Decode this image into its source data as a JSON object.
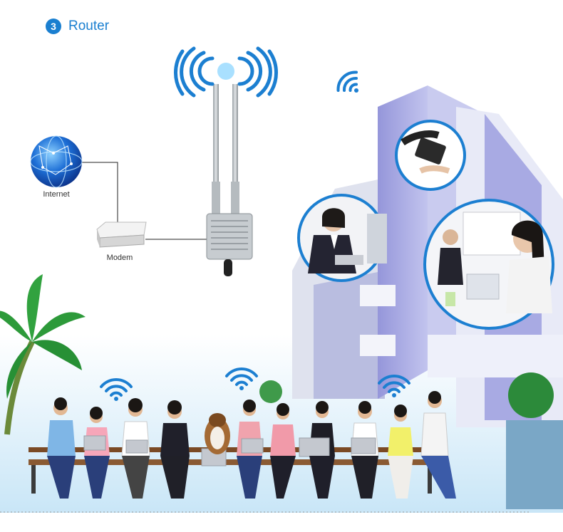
{
  "heading": {
    "step": "3",
    "title": "Router"
  },
  "labels": {
    "internet": "Internet",
    "modem": "Modem"
  },
  "icons": [
    "wifi-icon",
    "globe-icon",
    "modem-icon",
    "router-icon"
  ],
  "colors": {
    "accent": "#1a7fd0",
    "building": "#8e8fd6",
    "palm": "#2d9a3a",
    "sky_ground": "#cfe8f6"
  }
}
